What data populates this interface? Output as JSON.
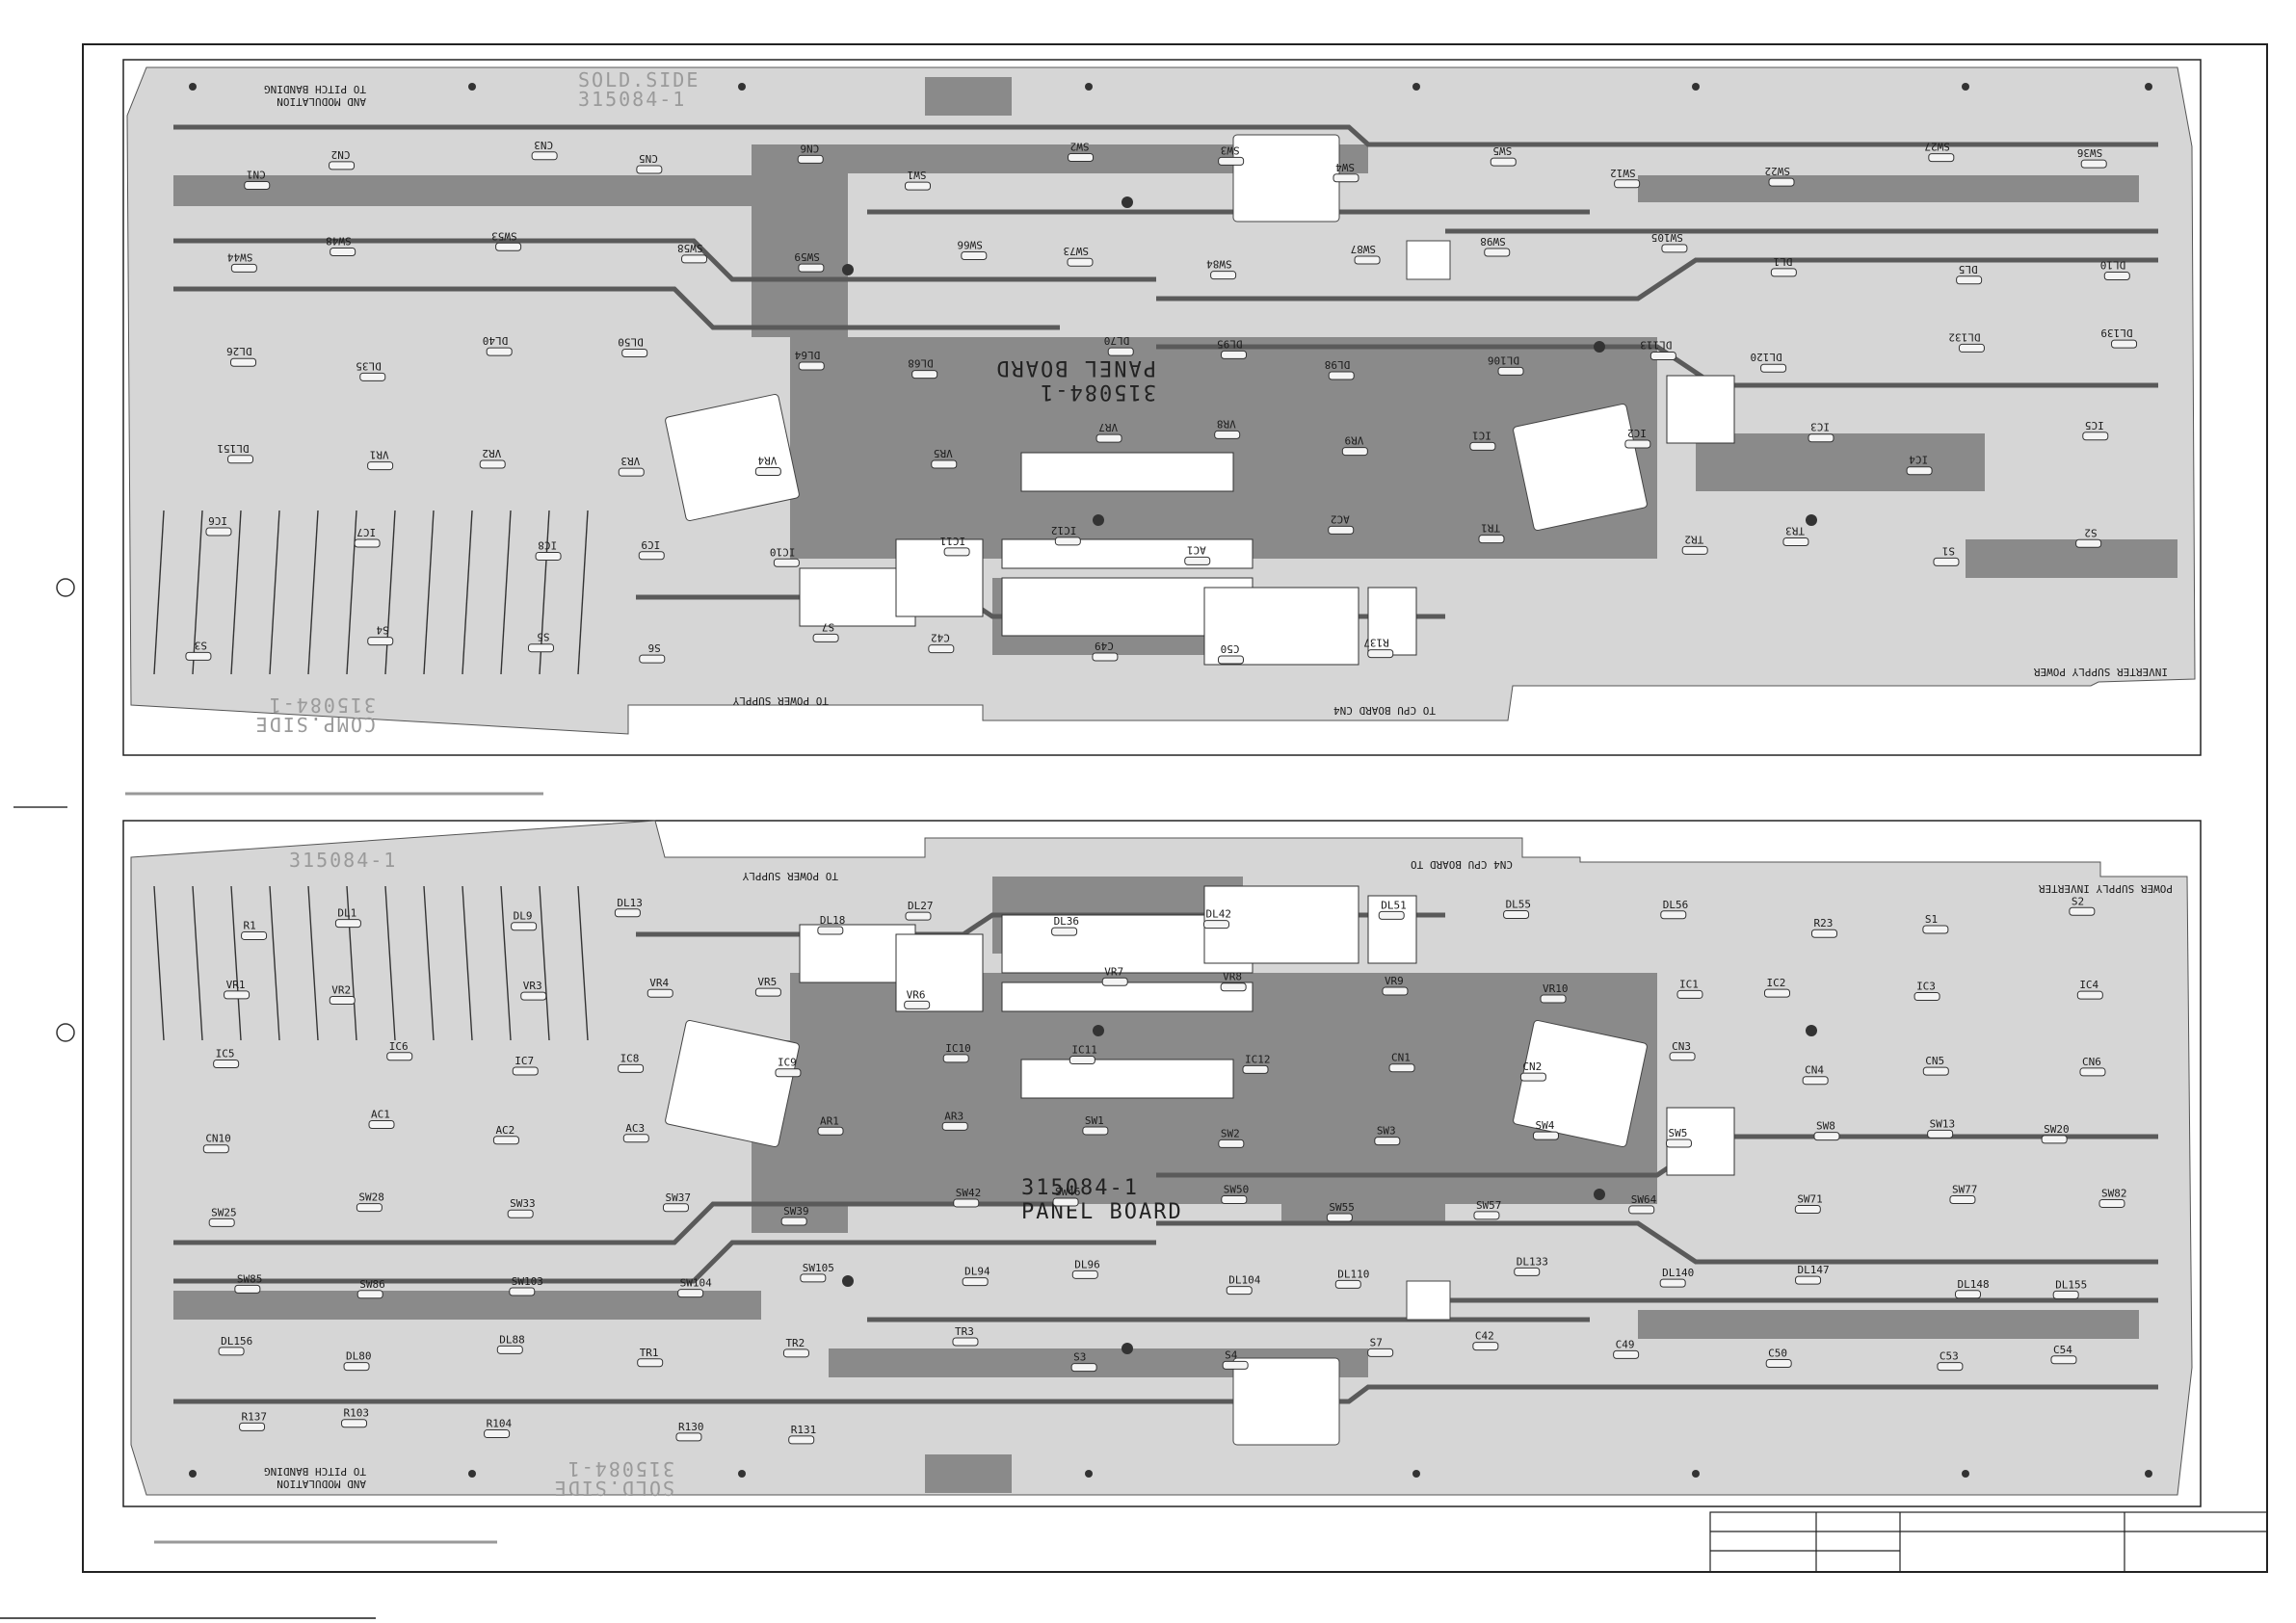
{
  "colors": {
    "paper": "#ffffff",
    "board": "#d6d6d6",
    "copper": "#8a8a8a",
    "trace": "#5a5a5a",
    "ink": "#1c1c1c"
  },
  "top_board": {
    "silk_top": "SOLD.SIDE",
    "code_top": "315084-1",
    "silk_bottom": "COMP.SIDE",
    "code_bottom": "315084-1",
    "board_title": "PANEL BOARD",
    "board_code": "315084-1",
    "connector_note_line1": "TO PITCH BANDING",
    "connector_note_line2": "AND MODULATION",
    "cpu_note": "TO CPU BOARD CN4",
    "power_note": "TO POWER SUPPLY",
    "inverter_note": "INVERTER SUPPLY POWER",
    "part_labels": [
      "CN1",
      "CN2",
      "CN3",
      "CN5",
      "CN6",
      "SW1",
      "SW2",
      "SW3",
      "SW4",
      "SW5",
      "SW12",
      "SW22",
      "SW27",
      "SW36",
      "SW44",
      "SW48",
      "SW53",
      "SW58",
      "SW59",
      "SW66",
      "SW73",
      "SW84",
      "SW87",
      "SW98",
      "SW105",
      "DL1",
      "DL5",
      "DL10",
      "DL26",
      "DL35",
      "DL40",
      "DL50",
      "DL64",
      "DL68",
      "DL70",
      "DL95",
      "DL98",
      "DL106",
      "DL113",
      "DL120",
      "DL132",
      "DL139",
      "DL151",
      "VR1",
      "VR2",
      "VR3",
      "VR4",
      "VR5",
      "VR7",
      "VR8",
      "VR9",
      "IC1",
      "IC2",
      "IC3",
      "IC4",
      "IC5",
      "IC6",
      "IC7",
      "IC8",
      "IC9",
      "IC10",
      "IC11",
      "IC12",
      "AC1",
      "AC2",
      "TR1",
      "TR2",
      "TR3",
      "S1",
      "S2",
      "S3",
      "S4",
      "S5",
      "S6",
      "S7",
      "C42",
      "C49",
      "C50",
      "R137"
    ]
  },
  "bottom_board": {
    "silk_top": "315084-1",
    "silk_bottom": "SOLD.SIDE",
    "code_bottom": "315084-1",
    "board_code": "315084-1",
    "board_title": "PANEL BOARD",
    "connector_note_line1": "TO PITCH BANDING",
    "connector_note_line2": "AND MODULATION",
    "cpu_note": "CN4 CPU BOARD TO",
    "power_note": "TO POWER SUPPLY",
    "inverter_note": "POWER SUPPLY INVERTER",
    "part_labels": [
      "R1",
      "DL1",
      "DL9",
      "DL13",
      "DL18",
      "DL27",
      "DL36",
      "DL42",
      "DL51",
      "DL55",
      "DL56",
      "R23",
      "S1",
      "S2",
      "VR1",
      "VR2",
      "VR3",
      "VR4",
      "VR5",
      "VR6",
      "VR7",
      "VR8",
      "VR9",
      "VR10",
      "IC1",
      "IC2",
      "IC3",
      "IC4",
      "IC5",
      "IC6",
      "IC7",
      "IC8",
      "IC9",
      "IC10",
      "IC11",
      "IC12",
      "CN1",
      "CN2",
      "CN3",
      "CN4",
      "CN5",
      "CN6",
      "CN10",
      "AC1",
      "AC2",
      "AC3",
      "AR1",
      "AR3",
      "SW1",
      "SW2",
      "SW3",
      "SW4",
      "SW5",
      "SW8",
      "SW13",
      "SW20",
      "SW25",
      "SW28",
      "SW33",
      "SW37",
      "SW39",
      "SW42",
      "SW46",
      "SW50",
      "SW55",
      "SW57",
      "SW64",
      "SW71",
      "SW77",
      "SW82",
      "SW85",
      "SW86",
      "SW103",
      "SW104",
      "SW105",
      "DL94",
      "DL96",
      "DL104",
      "DL110",
      "DL133",
      "DL140",
      "DL147",
      "DL148",
      "DL155",
      "DL156",
      "DL80",
      "DL88",
      "TR1",
      "TR2",
      "TR3",
      "S3",
      "S4",
      "S7",
      "C42",
      "C49",
      "C50",
      "C53",
      "C54",
      "R137",
      "R103",
      "R104",
      "R130",
      "R131"
    ]
  }
}
